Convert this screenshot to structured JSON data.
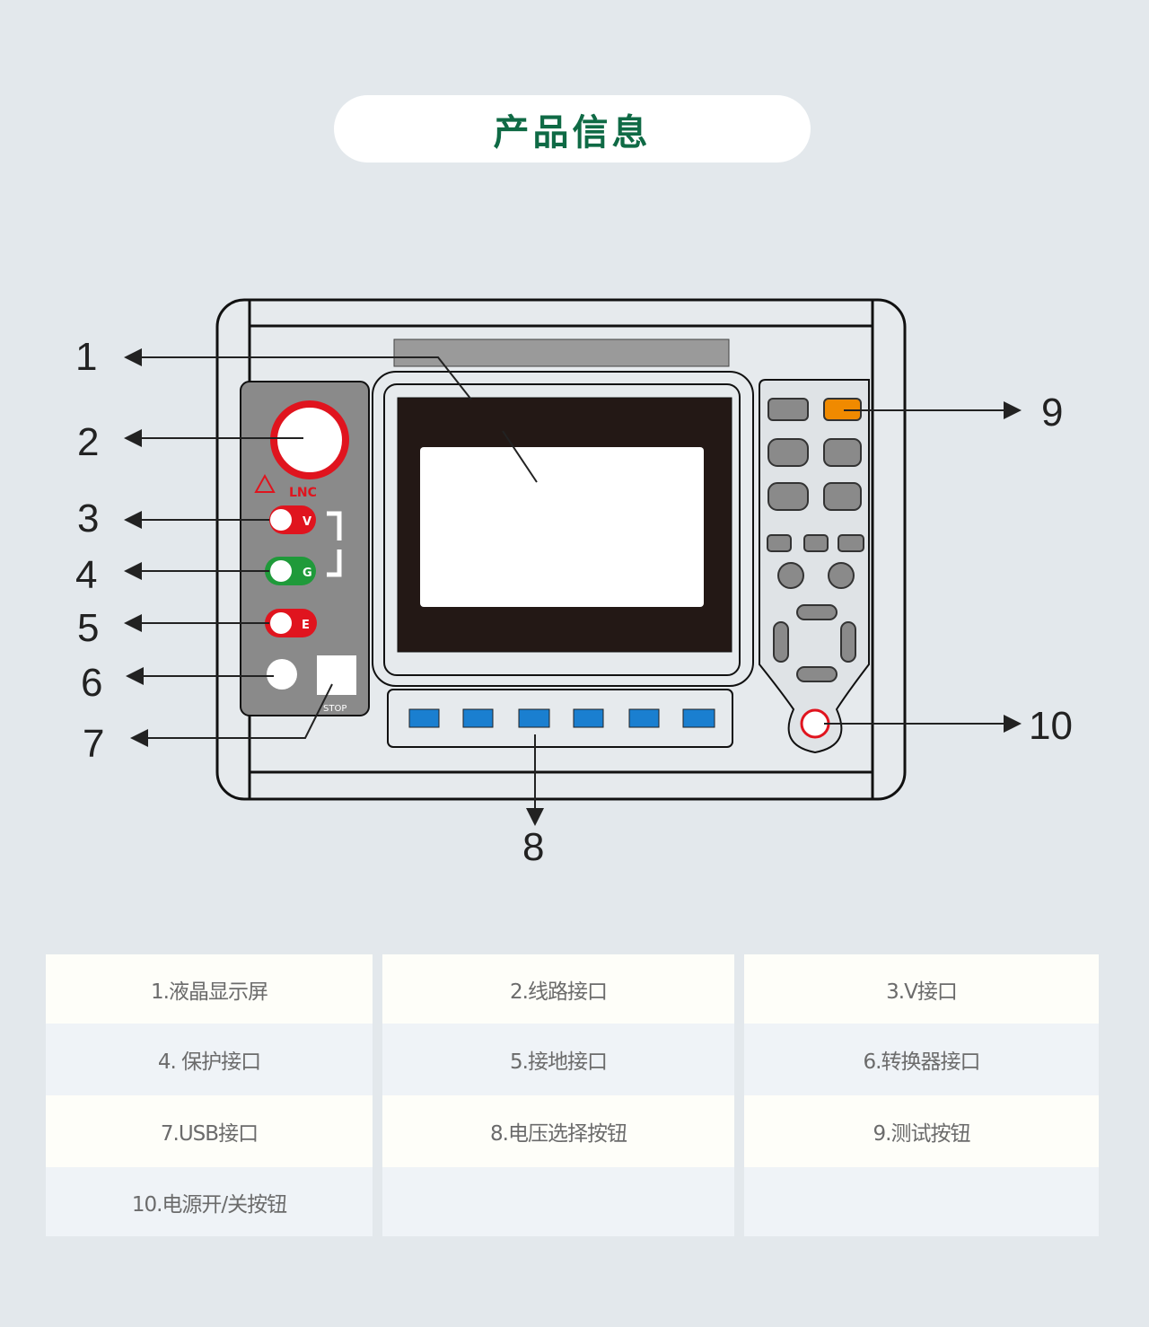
{
  "title": "产品信息",
  "callouts": [
    "1",
    "2",
    "3",
    "4",
    "5",
    "6",
    "7",
    "8",
    "9",
    "10"
  ],
  "panel_marks": {
    "terminal_l": "LNC",
    "terminal_v": "V",
    "terminal_g": "G",
    "terminal_e": "E",
    "usb_label": "STOP"
  },
  "colors": {
    "accent_green": "#0f6a45",
    "button_blue": "#1a7fd0",
    "test_orange": "#f08a00",
    "terminal_red": "#e0141e",
    "terminal_green": "#1f9a3a"
  },
  "table": {
    "rows": [
      [
        "1.液晶显示屏",
        "2.线路接口",
        "3.V接口"
      ],
      [
        "4. 保护接口",
        "5.接地接口",
        "6.转换器接口"
      ],
      [
        "7.USB接口",
        "8.电压选择按钮",
        "9.测试按钮"
      ],
      [
        "10.电源开/关按钮",
        "",
        ""
      ]
    ]
  }
}
